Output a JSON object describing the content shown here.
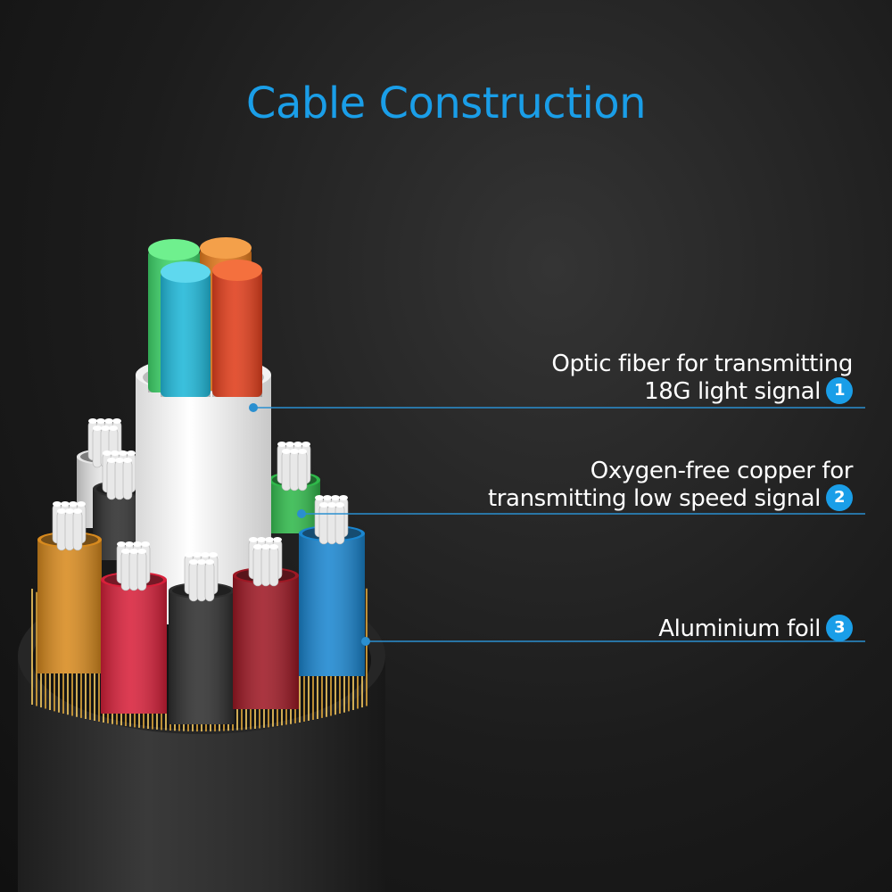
{
  "title": "Cable Construction",
  "colors": {
    "title": "#1a9ee8",
    "accent": "#1a9ee8",
    "leader_line": "#2a8fd0",
    "jacket": "#2a2a2a",
    "fiber_green": "#3fd36a",
    "fiber_orange": "#e07a1e",
    "fiber_cyan": "#22b8d8",
    "fiber_red": "#e0401e",
    "copper_gold": "#d9a33a"
  },
  "callouts": [
    {
      "number": "1",
      "lines": [
        "Optic fiber for transmitting",
        "18G light signal"
      ]
    },
    {
      "number": "2",
      "lines": [
        "Oxygen-free copper for",
        "transmitting low speed signal"
      ]
    },
    {
      "number": "3",
      "lines": [
        "Aluminium foil"
      ]
    }
  ]
}
